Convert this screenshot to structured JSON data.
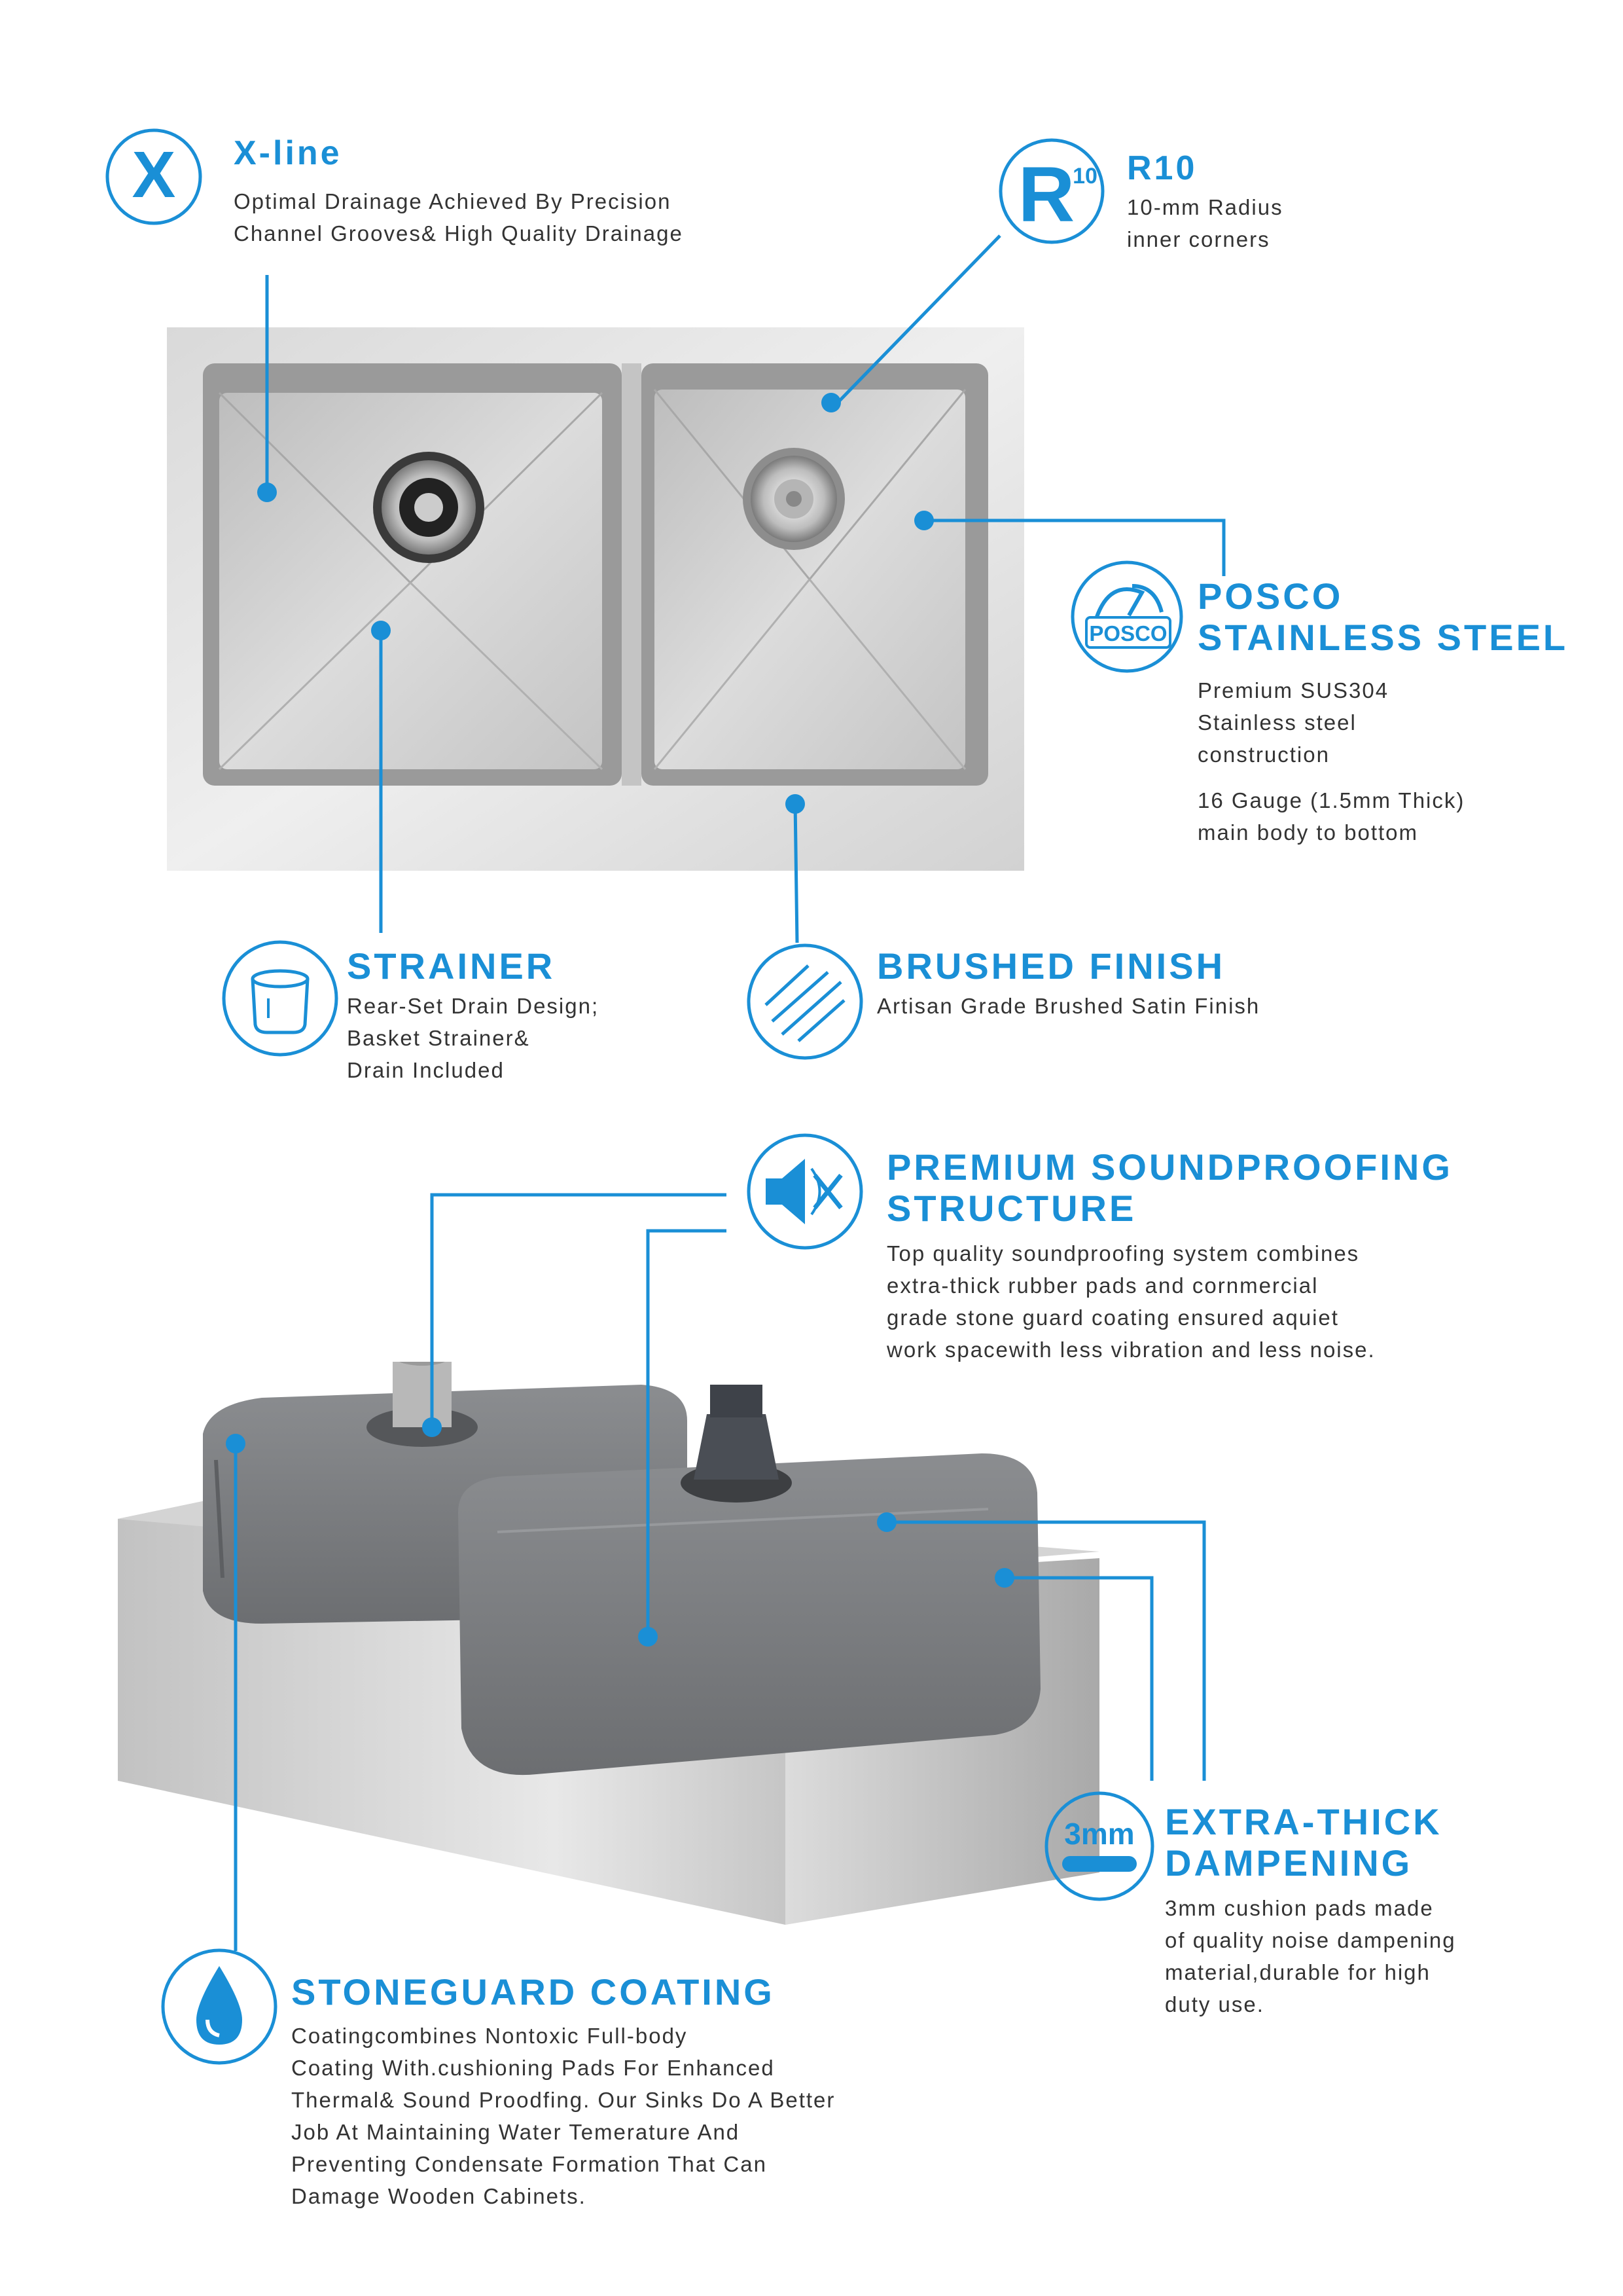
{
  "colors": {
    "accent": "#1a8fd6",
    "text": "#333333",
    "steel": "#c9c9c9",
    "coating": "#77797c"
  },
  "features": {
    "xline": {
      "icon": "x-icon",
      "title": "X-line",
      "desc": [
        "Optimal Drainage Achieved By Precision",
        "Channel Grooves& High Quality Drainage"
      ]
    },
    "r10": {
      "icon": "r10-icon",
      "icon_letter": "R",
      "icon_sup": "10",
      "title": "R10",
      "desc": [
        "10-mm Radius",
        "inner corners"
      ]
    },
    "posco": {
      "icon": "posco-icon",
      "icon_text": "POSCO",
      "title": [
        "POSCO",
        "STAINLESS STEEL"
      ],
      "desc": [
        "Premium SUS304",
        "Stainless steel",
        "construction"
      ],
      "desc2": [
        "16 Gauge (1.5mm Thick)",
        "main body to bottom"
      ]
    },
    "strainer": {
      "icon": "strainer-icon",
      "title": "STRAINER",
      "desc": [
        "Rear-Set Drain Design;",
        "Basket Strainer&",
        "Drain Included"
      ]
    },
    "brushed": {
      "icon": "brushed-finish-icon",
      "title": "BRUSHED FINISH",
      "desc": [
        "Artisan Grade Brushed Satin Finish"
      ]
    },
    "sound": {
      "icon": "mute-speaker-icon",
      "title": [
        "PREMIUM SOUNDPROOFING",
        "STRUCTURE"
      ],
      "desc": [
        "Top quality soundproofing system combines",
        "extra-thick rubber pads and cornmercial",
        "grade stone guard coating ensured aquiet",
        "work spacewith less vibration and less noise."
      ]
    },
    "dampening": {
      "icon": "3mm-pad-icon",
      "icon_text": "3mm",
      "title": [
        "EXTRA-THICK",
        "DAMPENING"
      ],
      "desc": [
        "3mm cushion pads made",
        "of quality noise dampening",
        "material,durable for high",
        "duty use."
      ]
    },
    "stoneguard": {
      "icon": "water-drop-icon",
      "title": "STONEGUARD COATING",
      "desc": [
        "Coatingcombines Nontoxic Full-body",
        "Coating With.cushioning Pads For Enhanced",
        "Thermal& Sound Proodfing. Our Sinks Do A Better",
        "Job At Maintaining Water Temerature And",
        "Preventing Condensate Formation That Can",
        "Damage Wooden Cabinets."
      ]
    }
  }
}
